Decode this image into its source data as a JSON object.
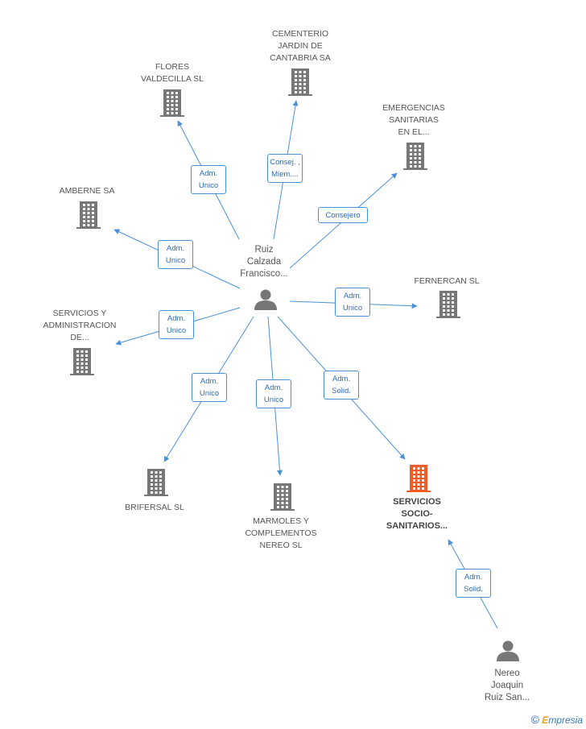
{
  "colors": {
    "edge": "#4a90d9",
    "node": "#777777",
    "highlight": "#f05a24",
    "person": "#777777"
  },
  "center": {
    "label": "Ruiz\nCalzada\nFrancisco..."
  },
  "nodes": [
    {
      "id": "flores",
      "label": "FLORES\nVALDECILLA SL"
    },
    {
      "id": "cementerio",
      "label": "CEMENTERIO\nJARDIN DE\nCANTABRIA SA"
    },
    {
      "id": "emergencias",
      "label": "EMERGENCIAS\nSANITARIAS\nEN EL..."
    },
    {
      "id": "amberne",
      "label": "AMBERNE SA"
    },
    {
      "id": "fernercan",
      "label": "FERNERCAN SL"
    },
    {
      "id": "servicios-admin",
      "label": "SERVICIOS Y\nADMINISTRACION\nDE..."
    },
    {
      "id": "brifersal",
      "label": "BRIFERSAL SL"
    },
    {
      "id": "marmoles",
      "label": "MARMOLES Y\nCOMPLEMENTOS\nNEREO SL"
    },
    {
      "id": "servicios-socio",
      "label": "SERVICIOS\nSOCIO-\nSANITARIOS...",
      "highlight": true
    }
  ],
  "relations": [
    {
      "id": "flores",
      "label": "Adm.\nUnico"
    },
    {
      "id": "cementerio",
      "label": "Consej. ,\nMiem...."
    },
    {
      "id": "emergencias",
      "label": "Consejero"
    },
    {
      "id": "amberne",
      "label": "Adm.\nUnico"
    },
    {
      "id": "fernercan",
      "label": "Adm.\nUnico"
    },
    {
      "id": "servicios-admin",
      "label": "Adm.\nUnico"
    },
    {
      "id": "brifersal",
      "label": "Adm.\nUnico"
    },
    {
      "id": "marmoles",
      "label": "Adm.\nUnico"
    },
    {
      "id": "servicios-socio",
      "label": "Adm.\nSolid."
    },
    {
      "id": "nereo",
      "label": "Adm.\nSolid."
    }
  ],
  "second_person": {
    "label": "Nereo\nJoaquin\nRuiz San..."
  },
  "brand": {
    "symbol": "©",
    "initial": "E",
    "rest": "mpresia"
  }
}
